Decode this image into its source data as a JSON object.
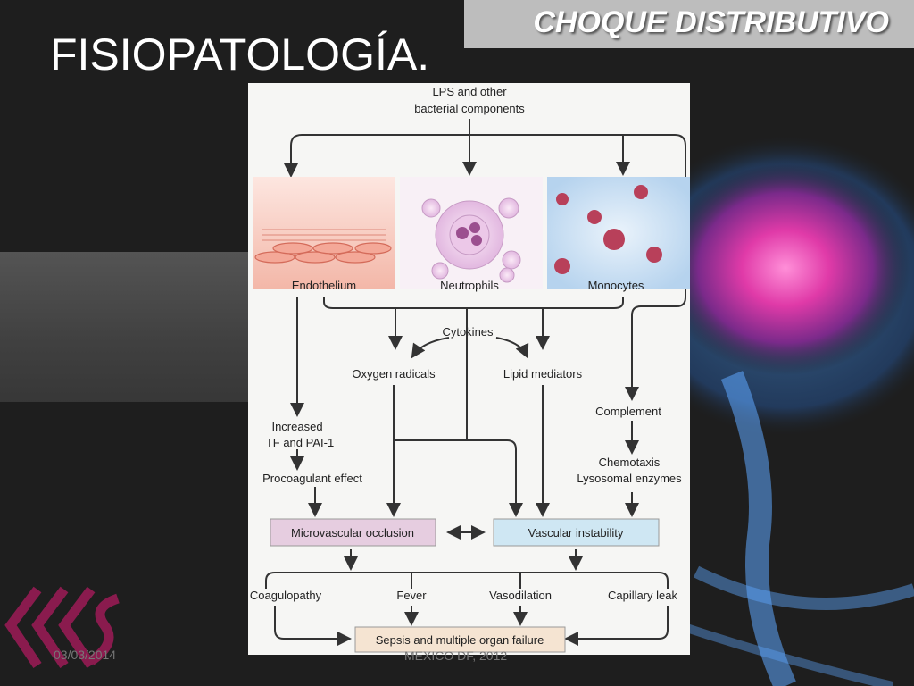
{
  "slide": {
    "title": "FISIOPATOLOGÍA.",
    "banner": "CHOQUE DISTRIBUTIVO",
    "footer_date": "03/03/2014",
    "footer_place": "MEXICO DF, 2012"
  },
  "diagram": {
    "source": [
      "LPS and other",
      "bacterial components"
    ],
    "cells": {
      "endothelium": "Endothelium",
      "neutrophils": "Neutrophils",
      "monocytes": "Monocytes"
    },
    "cytokines": "Cytokines",
    "oxygen_radicals": "Oxygen radicals",
    "lipid_mediators": "Lipid mediators",
    "increased": [
      "Increased",
      "TF and PAI-1"
    ],
    "procoagulant": "Procoagulant effect",
    "complement": "Complement",
    "chemotaxis": [
      "Chemotaxis",
      "Lysosomal enzymes"
    ],
    "microvascular_occlusion": "Microvascular occlusion",
    "vascular_instability": "Vascular instability",
    "outcomes": [
      "Coagulopathy",
      "Fever",
      "Vasodilation",
      "Capillary leak"
    ],
    "final": "Sepsis and multiple organ failure"
  },
  "colors": {
    "occlusion_box": "#e6cde0",
    "instability_box": "#cfe7f3",
    "final_box": "#f5e4d2",
    "banner": "#bdbdbd"
  }
}
